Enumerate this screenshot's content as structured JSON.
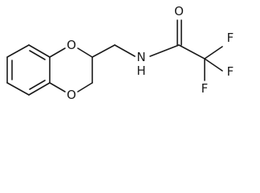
{
  "structure": {
    "atoms": {
      "ring_oxygen_top": "O",
      "ring_oxygen_bottom": "O",
      "amide_nitrogen": "N",
      "amide_hydrogen": "H",
      "carbonyl_oxygen": "O",
      "fluorine_top": "F",
      "fluorine_right": "F",
      "fluorine_bottom": "F"
    }
  }
}
